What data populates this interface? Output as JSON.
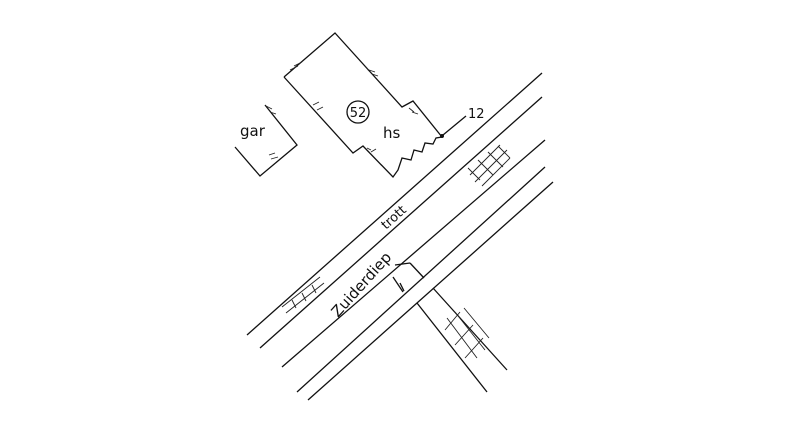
{
  "labels": {
    "garage": "gar",
    "house_number": "52",
    "house": "hs",
    "measurement": "12",
    "sidewalk": "trott",
    "street": "Zuiderdiep"
  }
}
